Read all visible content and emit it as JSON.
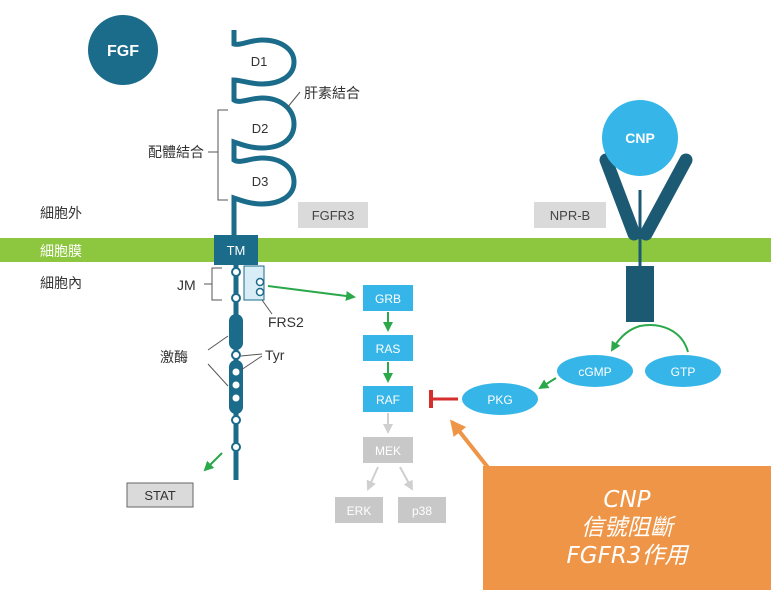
{
  "colors": {
    "receptor_teal": "#1b6b8a",
    "membrane_green": "#8dc63f",
    "cnp_blue": "#36b6e8",
    "box_blue": "#36b6e8",
    "box_gray": "#c8c8c8",
    "callout_orange": "#ef9547",
    "inhibit_red": "#d62d2d",
    "arrow_green": "#2aa84a",
    "npr_dark": "#1c5a73"
  },
  "labels": {
    "fgf": "FGF",
    "d1": "D1",
    "d2": "D2",
    "d3": "D3",
    "heparin_binding": "肝素結合",
    "ligand_binding": "配體結合",
    "extracellular": "細胞外",
    "membrane": "細胞膜",
    "intracellular": "細胞內",
    "tm": "TM",
    "fgfr3": "FGFR3",
    "jm": "JM",
    "frs2": "FRS2",
    "kinase": "激酶",
    "tyr": "Tyr",
    "stat": "STAT",
    "cnp": "CNP",
    "npr_b": "NPR-B",
    "grb": "GRB",
    "ras": "RAS",
    "raf": "RAF",
    "mek": "MEK",
    "erk": "ERK",
    "p38": "p38",
    "pkg": "PKG",
    "cgmp": "cGMP",
    "gtp": "GTP"
  },
  "callout": {
    "line1": "CNP",
    "line2": "信號阻斷",
    "line3": "FGFR3作用"
  }
}
